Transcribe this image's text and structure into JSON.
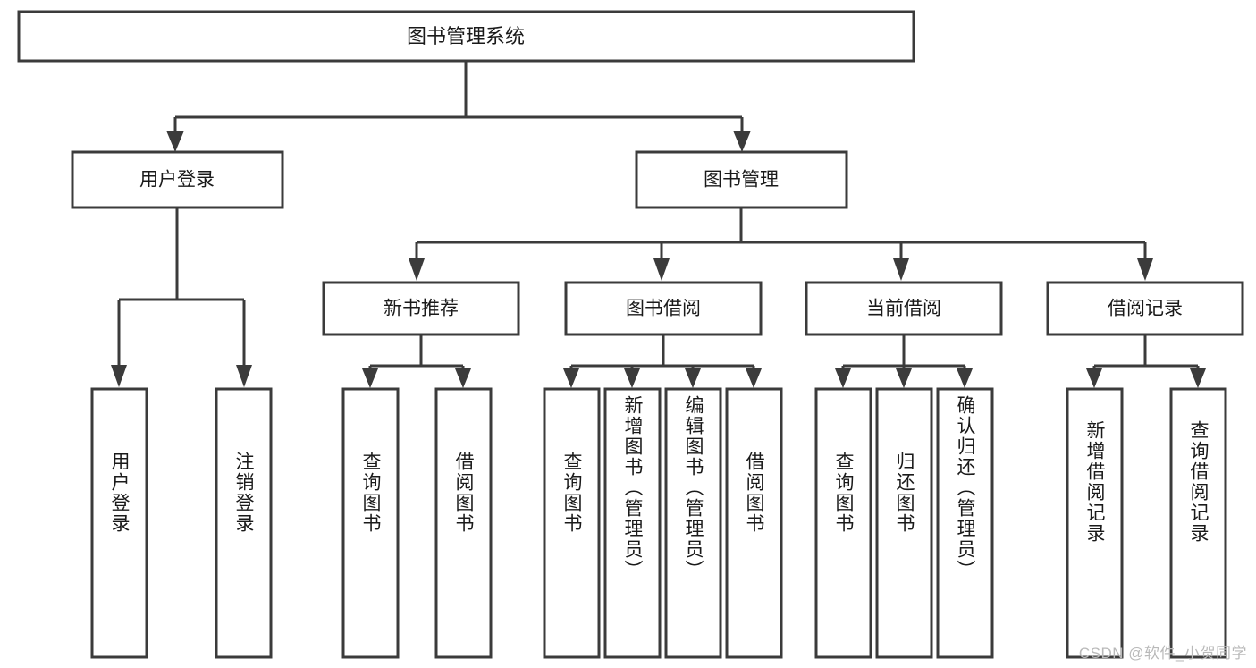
{
  "diagram": {
    "title": "图书管理系统",
    "watermark": "CSDN @软件_小贺同学",
    "colors": {
      "stroke": "#3b3b3b",
      "fill": "#ffffff",
      "text": "#1a1a1a",
      "watermark": "#b9b9b9"
    },
    "root": {
      "label": "图书管理系统"
    },
    "level2": [
      {
        "label": "用户登录"
      },
      {
        "label": "图书管理"
      }
    ],
    "level3": [
      {
        "label": "新书推荐"
      },
      {
        "label": "图书借阅"
      },
      {
        "label": "当前借阅"
      },
      {
        "label": "借阅记录"
      }
    ],
    "leaves": {
      "user_login": [
        {
          "label": "用户登录"
        },
        {
          "label": "注销登录"
        }
      ],
      "new_book": [
        {
          "label": "查询图书"
        },
        {
          "label": "借阅图书"
        }
      ],
      "book_borrow": [
        {
          "label": "查询图书"
        },
        {
          "label": "新增图书（管理员）"
        },
        {
          "label": "编辑图书（管理员）"
        },
        {
          "label": "借阅图书"
        }
      ],
      "current_borrow": [
        {
          "label": "查询图书"
        },
        {
          "label": "归还图书"
        },
        {
          "label": "确认归还（管理员）"
        }
      ],
      "borrow_record": [
        {
          "label": "新增借阅记录"
        },
        {
          "label": "查询借阅记录"
        }
      ]
    }
  }
}
